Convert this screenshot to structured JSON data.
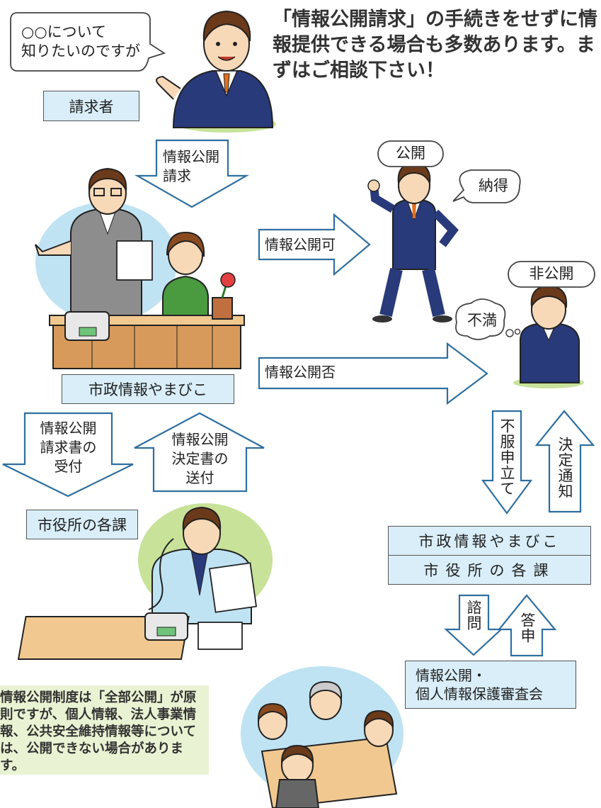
{
  "headline": "「情報公開請求」の手続きをせずに情報提供できる場合も多数あります。まずはご相談下さい！",
  "requester": {
    "speech": [
      "○○について",
      "知りたいのですが"
    ],
    "label": "請求者"
  },
  "arrows": {
    "request": [
      "情報公開",
      "請求"
    ],
    "approve": "情報公開可",
    "deny": "情報公開否",
    "receipt": [
      "情報公開",
      "請求書の",
      "受付"
    ],
    "decision_send": [
      "情報公開",
      "決定書の",
      "送付"
    ],
    "objection": "不服申立て",
    "decision_notice": "決定通知",
    "consult": "諮問",
    "report": "答申"
  },
  "office_label": "市政情報やまびこ",
  "department_label": "市役所の各課",
  "outcomes": {
    "public_tag": "公開",
    "satisfied": "納得",
    "nonpublic_tag": "非公開",
    "dissatisfied": "不満"
  },
  "right_box": {
    "row1": "市政情報やまびこ",
    "row2": "市役所の各課"
  },
  "council": [
    "情報公開・",
    "個人情報保護審査会"
  ],
  "note": "情報公開制度は「全部公開」が原則ですが、個人情報、法人事業情報、公共安全維持情報等については、公開できない場合があります。",
  "colors": {
    "box_fill": "#d9eef8",
    "note_fill": "#e9f3d3",
    "suit": "#283a7a",
    "skin": "#f7d9b8",
    "hair": "#6b3a1a",
    "bg_blob": "#bfe3f3",
    "grass": "#c8e29a"
  }
}
